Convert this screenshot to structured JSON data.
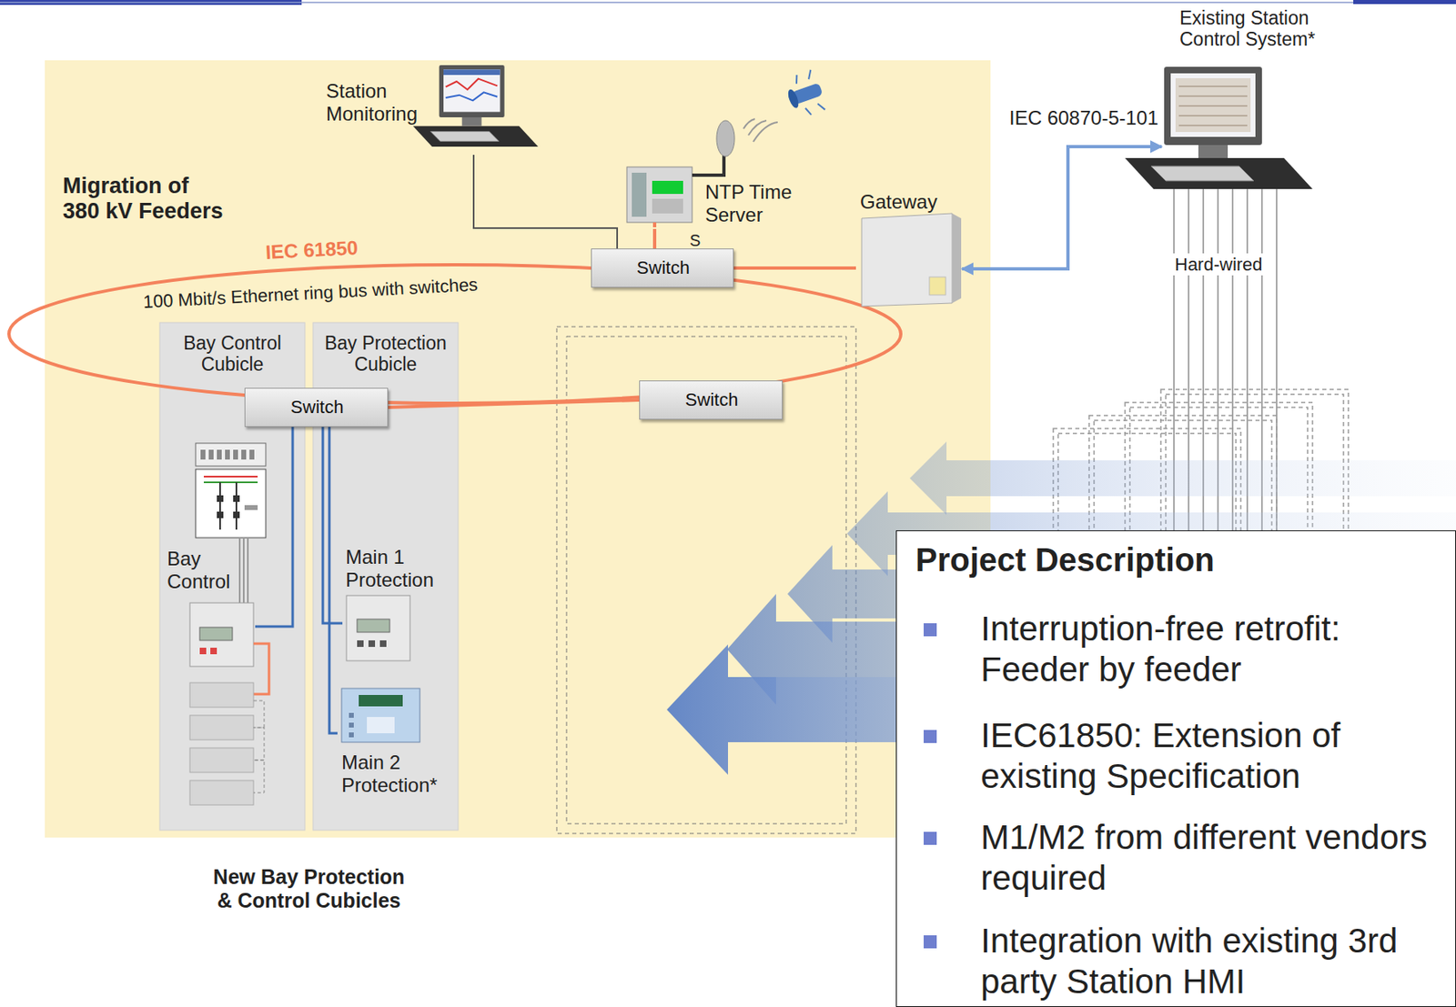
{
  "diagram": {
    "nodes": [
      {
        "text": [
          "Migration of 380 kV Feeders"
        ]
      },
      {
        "text": [
          "Station Monitoring"
        ],
        "in": 0
      },
      {
        "text": [
          "NTP Time Server"
        ],
        "in": 0
      },
      {
        "text": [
          "Switch"
        ],
        "in": 0
      },
      {
        "text": [
          "Gateway"
        ],
        "in": 0
      },
      {
        "text": [
          "Existing Station Control System*"
        ]
      },
      {
        "text": [
          "Bay Control Cubicle"
        ],
        "in": 0
      },
      {
        "text": [
          "Bay Protection Cubicle"
        ],
        "in": 0
      },
      {
        "text": [
          "Switch"
        ],
        "in": 0
      },
      {
        "text": [
          "Switch"
        ],
        "in": 0
      },
      {
        "text": [
          "Bay Control"
        ],
        "in": 6
      },
      {
        "text": [
          "Main 1 Protection"
        ],
        "in": 7
      },
      {
        "text": [
          "Main 2 Protection*"
        ],
        "in": 7
      },
      {
        "text": [
          "Project Description",
          "Interruption-free retrofit: Feeder by feeder",
          "IEC61850: Extension of existing Specification",
          "M1/M2 from different vendors required",
          "Integration with existing 3rd party Station HMI"
        ]
      }
    ],
    "edges": [
      {
        "from": 1,
        "to": 3,
        "arrow": "none"
      },
      {
        "from": 2,
        "to": 3,
        "arrow": "none"
      },
      {
        "from": 3,
        "to": 4,
        "arrow": "none"
      },
      {
        "from": 4,
        "to": 5,
        "label": "IEC 60870-5-101",
        "arrow": "both"
      },
      {
        "from": 8,
        "to": 9,
        "arrow": "none"
      },
      {
        "from": 8,
        "to": 10,
        "arrow": "none"
      },
      {
        "from": 8,
        "to": 11,
        "arrow": "none"
      },
      {
        "from": 8,
        "to": 12,
        "arrow": "none"
      }
    ],
    "labels": [
      "IEC 61850",
      "100 Mbit/s Ethernet ring bus with switches",
      "Hard-wired",
      "New Bay Protection & Control Cubicles",
      "S"
    ]
  }
}
